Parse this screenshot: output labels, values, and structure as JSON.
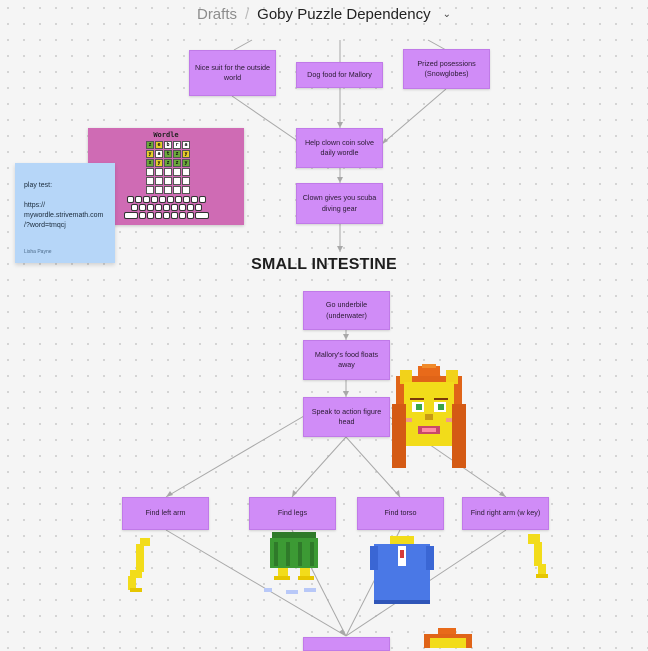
{
  "header": {
    "breadcrumb_root": "Drafts",
    "separator": "/",
    "title": "Goby Puzzle Dependency"
  },
  "nodes": {
    "suit": "Nice suit for the outside world",
    "dogfood": "Dog food for Mallory",
    "prized": "Prized posessions (Snowglobes)",
    "clown_wordle": "Help clown coin solve daily wordle",
    "scuba": "Clown gives you scuba diving gear",
    "underbile": "Go underbile (underwater)",
    "food_floats": "Mallory's food floats away",
    "action_head": "Speak to action figure head",
    "left_arm": "Find left arm",
    "legs": "Find legs",
    "torso": "Find torso",
    "right_arm": "Find right arm (w key)"
  },
  "section": {
    "title": "SMALL INTESTINE"
  },
  "sticky": {
    "line1": "play test:",
    "line2": "https://",
    "line3": "mywordle.strivemath.com",
    "line4": "/?word=tmqcj",
    "author": "Lisha Payne"
  },
  "wordle": {
    "title": "Wordle",
    "rows": [
      [
        "z",
        "e",
        "b",
        "r",
        "a"
      ],
      [
        "y",
        "a",
        "t",
        "z",
        "y"
      ],
      [
        "x",
        "y",
        "z",
        "z",
        "y"
      ],
      [
        "",
        "",
        "",
        "",
        ""
      ],
      [
        "",
        "",
        "",
        "",
        ""
      ],
      [
        "",
        "",
        "",
        "",
        ""
      ]
    ]
  },
  "colors": {
    "node_fill": "#d08cf7",
    "sticky_fill": "#b6d6f8",
    "wordle_card": "#cf6bb4",
    "connector": "#a8a8a8"
  }
}
